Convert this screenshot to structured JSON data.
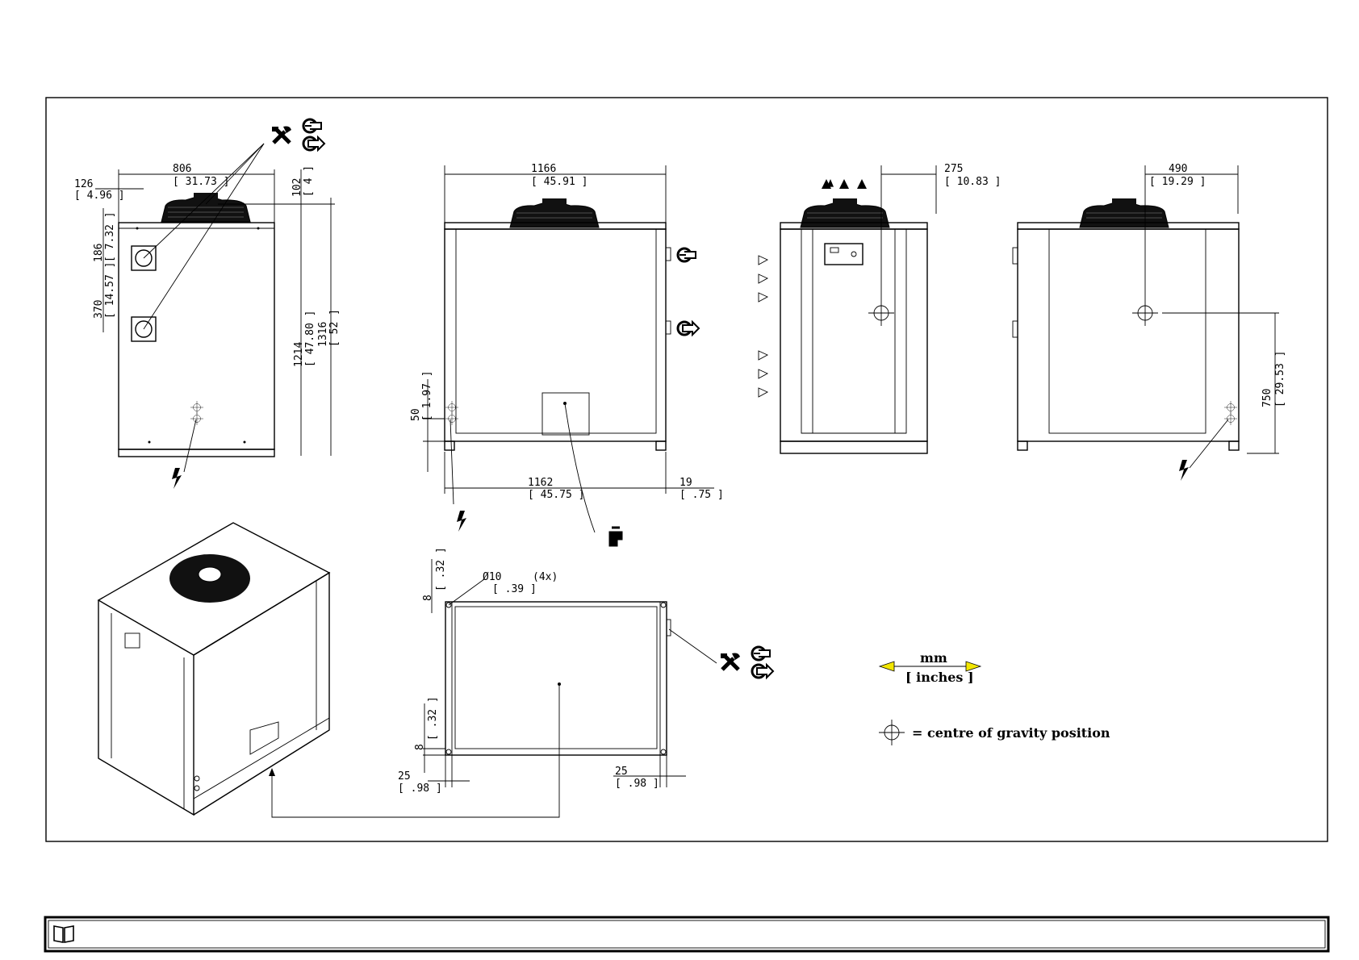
{
  "dimensions": {
    "side_width_mm": "806",
    "side_width_in": "[ 31.73 ]",
    "side_offset_mm": "126",
    "side_offset_in": "[ 4.96 ]",
    "top_gap_mm": "102",
    "top_gap_in": "[ 4 ]",
    "conn_upper_mm": "186",
    "conn_upper_in": "[ 7.32 ]",
    "conn_spacing_mm": "370",
    "conn_spacing_in": "[ 14.57 ]",
    "body_height_mm": "1214",
    "body_height_in": "[ 47.80 ]",
    "total_height_mm": "1316",
    "total_height_in": "[ 52 ]",
    "front_width_mm": "1166",
    "front_width_in": "[ 45.91 ]",
    "front_base_mm": "1162",
    "front_base_in": "[ 45.75 ]",
    "front_right_mm": "19",
    "front_right_in": "[ .75 ]",
    "elec_height_mm": "50",
    "elec_height_in": "[ 1.97 ]",
    "cg_front_mm": "275",
    "cg_front_in": "[ 10.83 ]",
    "cg_back_mm": "490",
    "cg_back_in": "[ 19.29 ]",
    "cg_height_mm": "750",
    "cg_height_in": "[ 29.53 ]",
    "foot_top_mm": "8",
    "foot_top_in": "[ .32 ]",
    "hole_dia": "Ø10",
    "hole_count": "(4x)",
    "hole_in": "[ .39 ]",
    "foot_bottom_mm": "8",
    "foot_bottom_in": "[ .32 ]",
    "base_left_mm": "25",
    "base_left_in": "[ .98 ]",
    "base_right_mm": "25",
    "base_right_in": "[ .98 ]"
  },
  "legend": {
    "unit_mm": "mm",
    "unit_in": "[ inches ]",
    "cog_text": "= centre of gravity position"
  },
  "footer": {
    "icon": "book-icon"
  },
  "icons": [
    "tools-icon",
    "inlet-icon",
    "outlet-icon",
    "lightning-icon",
    "drain-tap-icon",
    "airflow-arrow-icon",
    "cog-icon",
    "book-icon"
  ],
  "colors": {
    "arrow_fill": "#f2e600",
    "line": "#000000"
  }
}
